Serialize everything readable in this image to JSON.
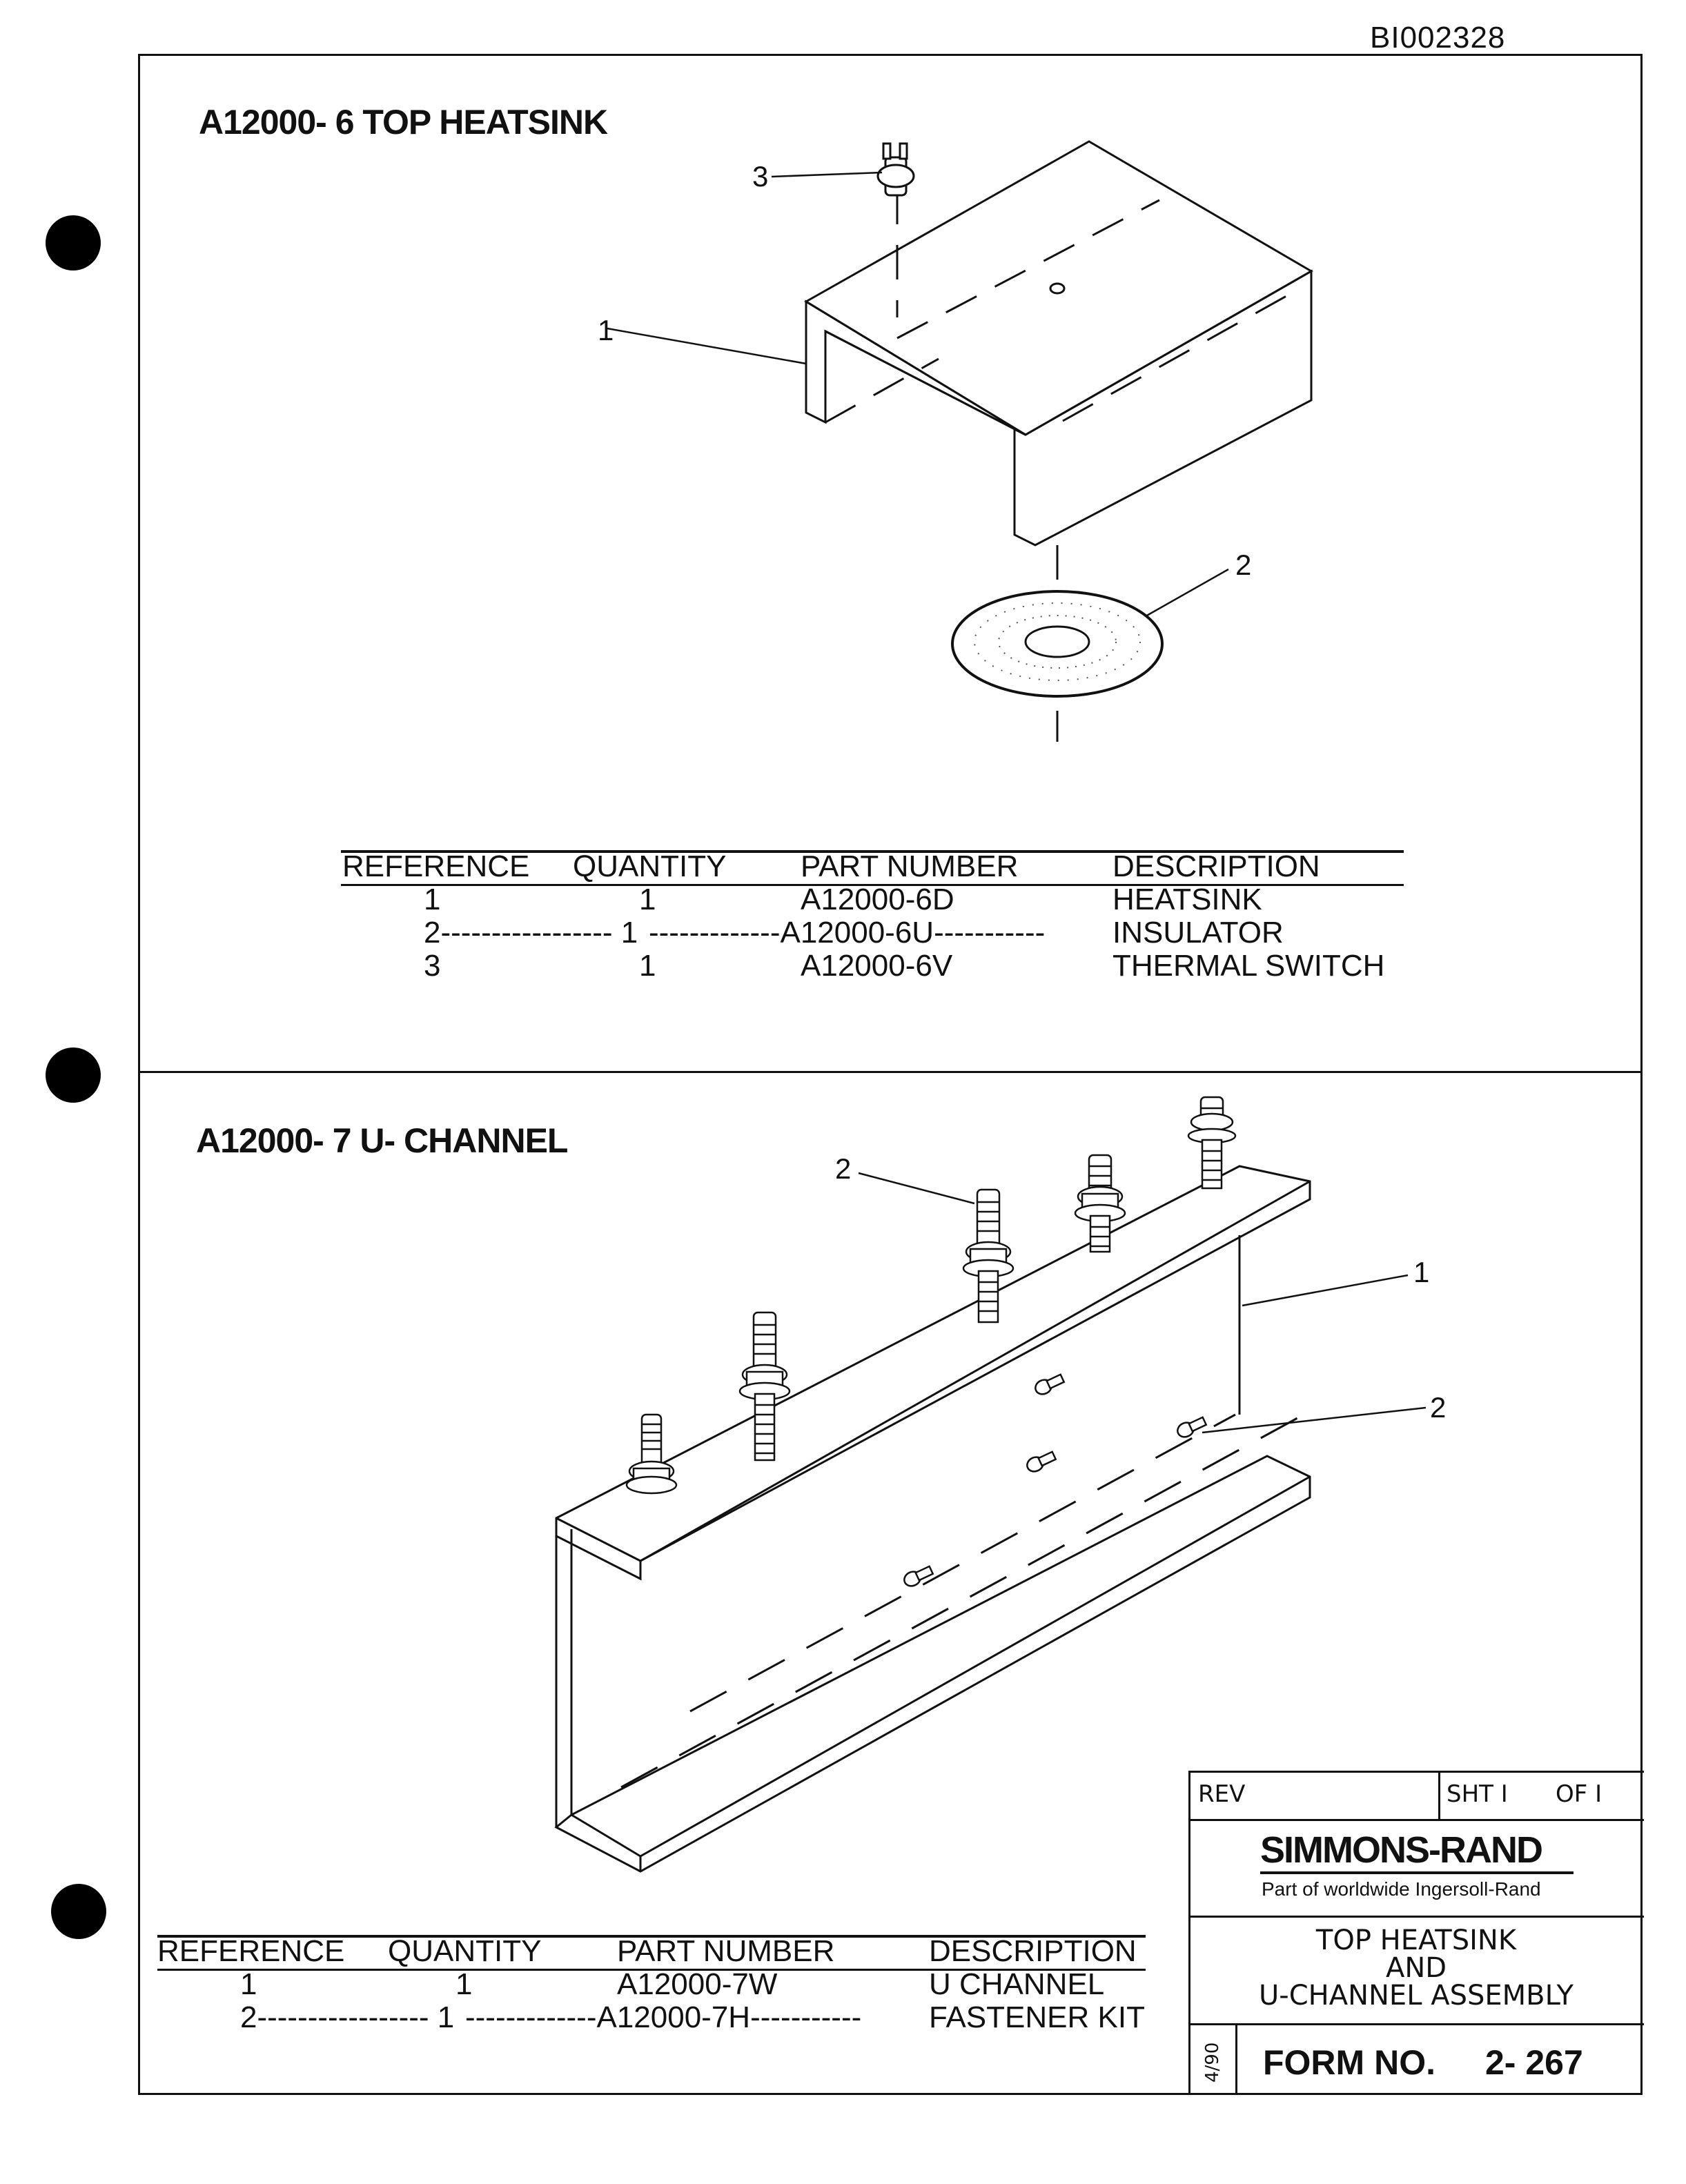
{
  "doc_id": "BI002328",
  "section1": {
    "title": "A12000- 6   TOP   HEATSINK",
    "callouts": [
      "1",
      "2",
      "3"
    ],
    "table": {
      "headers": [
        "REFERENCE",
        "QUANTITY",
        "PART NUMBER",
        "DESCRIPTION"
      ],
      "rows": [
        [
          "1",
          "1",
          "A12000-6D",
          "HEATSINK"
        ],
        [
          "2----------------- 1",
          "-------------A12000-6U-----------",
          "",
          "INSULATOR"
        ],
        [
          "3",
          "1",
          "A12000-6V",
          "THERMAL SWITCH"
        ]
      ]
    }
  },
  "section2": {
    "title": "A12000- 7   U- CHANNEL",
    "callouts": [
      "2",
      "1",
      "2"
    ],
    "table": {
      "headers": [
        "REFERENCE",
        "QUANTITY",
        "PART NUMBER",
        "DESCRIPTION"
      ],
      "rows": [
        [
          "1",
          "1",
          "A12000-7W",
          "U CHANNEL"
        ],
        [
          "2----------------- 1",
          "-------------A12000-7H-----------",
          "",
          "FASTENER KIT"
        ]
      ]
    }
  },
  "title_block": {
    "rev_label": "REV",
    "sheet_label": "SHT  I",
    "of_label": "OF  I",
    "brand": "SIMMONS-RAND",
    "brand_sub": "Part of worldwide Ingersoll-Rand",
    "title_lines": [
      "TOP HEATSINK",
      "AND",
      "U-CHANNEL ASSEMBLY"
    ],
    "date": "4/90",
    "form_label": "FORM  NO.",
    "form_number": "2- 267"
  }
}
